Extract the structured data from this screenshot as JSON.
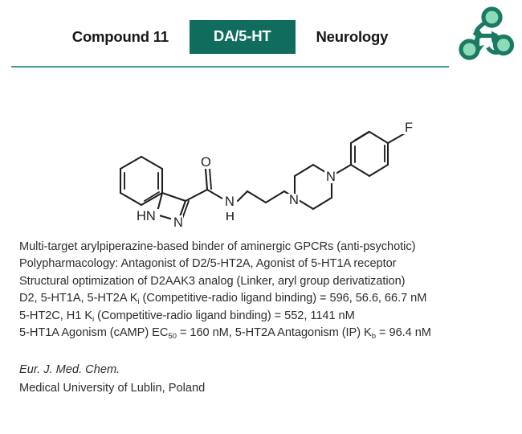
{
  "header": {
    "compound_label": "Compound 11",
    "badge_label": "DA/5-HT",
    "area_label": "Neurology",
    "badge_color": "#106d5d",
    "divider_color": "#3a9b88",
    "logo_name": "triskelion-network-logo"
  },
  "structure": {
    "name": "chemical-structure-diagram",
    "atom_labels": {
      "indazole_nh": "HN",
      "indazole_n": "N",
      "carbonyl_o": "O",
      "amide_n": "N",
      "amide_h": "H",
      "piperazine_n1": "N",
      "piperazine_n4": "N",
      "fluorine": "F"
    }
  },
  "description": {
    "lines": [
      "Multi-target arylpiperazine-based binder of aminergic GPCRs (anti-psychotic)",
      "Polypharmacology: Antagonist of D2/5-HT2A, Agonist of 5-HT1A receptor",
      "Structural optimization of D2AAK3 analog (Linker, aryl group derivatization)"
    ],
    "line_ki1_pre": "D2, 5-HT1A, 5-HT2A K",
    "line_ki1_sub": "i",
    "line_ki1_post": " (Competitive-radio ligand binding) = 596, 56.6, 66.7 nM",
    "line_ki2_pre": "5-HT2C, H1 K",
    "line_ki2_sub": "i",
    "line_ki2_post": " (Competitive-radio ligand binding) = 552, 1141 nM",
    "line_ec_pre": "5-HT1A Agonism (cAMP) EC",
    "line_ec_sub": "50",
    "line_ec_mid": " = 160 nM, 5-HT2A Antagonism (IP) K",
    "line_ec_sub2": "b",
    "line_ec_post": " = 96.4 nM"
  },
  "footer": {
    "journal": "Eur. J. Med. Chem.",
    "affiliation": "Medical University of Lublin, Poland"
  }
}
